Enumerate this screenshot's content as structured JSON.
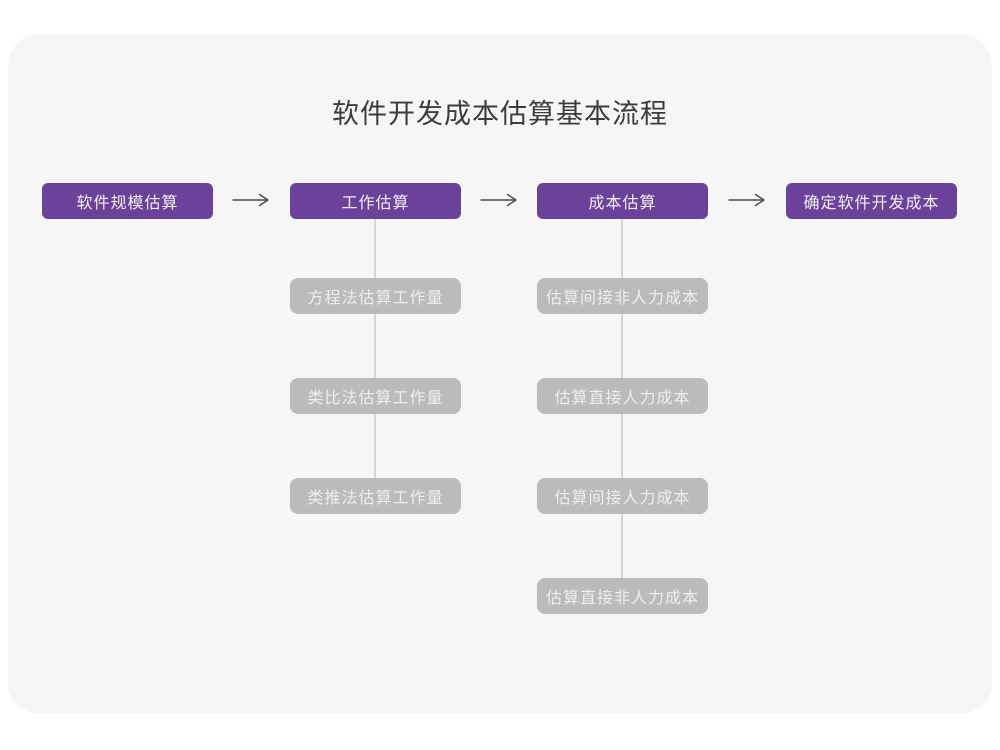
{
  "title": "软件开发成本估算基本流程",
  "colors": {
    "page_bg": "#ffffff",
    "card_bg": "#f6f6f6",
    "primary_purple": "#6a4299",
    "purple_text": "#f3eef8",
    "sub_box_gray": "#bbbbbb",
    "sub_box_text": "#eeeeee",
    "arrow": "#4a4a4a",
    "connector_line": "#d6d6d6",
    "title_text": "#3c3c3c"
  },
  "main_flow": [
    {
      "label": "软件规模估算"
    },
    {
      "label": "工作估算"
    },
    {
      "label": "成本估算"
    },
    {
      "label": "确定软件开发成本"
    }
  ],
  "arrows": [
    {
      "name": "arrow-1",
      "glyph": "right-arrow"
    },
    {
      "name": "arrow-2",
      "glyph": "right-arrow"
    },
    {
      "name": "arrow-3",
      "glyph": "right-arrow"
    }
  ],
  "sub_flows": {
    "work_estimation": [
      "方程法估算工作量",
      "类比法估算工作量",
      "类推法估算工作量"
    ],
    "cost_estimation": [
      "估算间接非人力成本",
      "估算直接人力成本",
      "估算间接人力成本",
      "估算直接非人力成本"
    ]
  }
}
